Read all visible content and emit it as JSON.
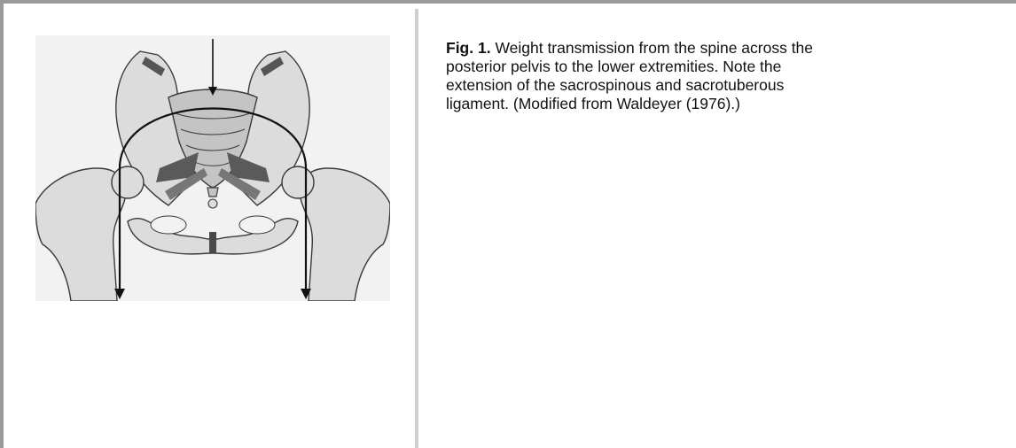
{
  "figure": {
    "label": "Fig. 1.",
    "caption": "Weight transmission from the spine across the posterior pelvis to the lower extremities. Note the extension of the sacrospinous and sacrotuberous ligament. (Modified from Waldeyer (1976).)",
    "illustration": "pelvis-illustration"
  },
  "colors": {
    "bone_fill": "#dcdcdc",
    "bone_shadow": "#c4c4c4",
    "outline": "#3a3a3a",
    "ligament": "#4a4a4a",
    "divider": "#cfcfcf",
    "frame": "#9a9a9a"
  }
}
